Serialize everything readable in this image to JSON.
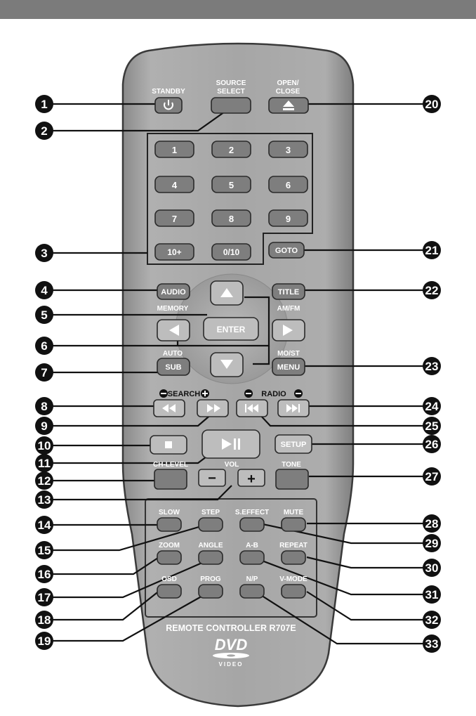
{
  "model_label": "REMOTE CONTROLLER R707E",
  "logo_text": "DVD VIDEO",
  "labels": {
    "standby": "STANDBY",
    "source_select_1": "SOURCE",
    "source_select_2": "SELECT",
    "open_close_1": "OPEN/",
    "open_close_2": "CLOSE",
    "memory": "MEMORY",
    "am_fm": "AM/FM",
    "auto": "AUTO",
    "mo_st": "MO/ST",
    "search": "SEARCH",
    "radio": "RADIO",
    "ch_level": "CH-LEVEL",
    "vol": "VOL",
    "tone": "TONE",
    "slow": "SLOW",
    "step": "STEP",
    "s_effect": "S.EFFECT",
    "mute": "MUTE",
    "zoom": "ZOOM",
    "angle": "ANGLE",
    "a_b": "A-B",
    "repeat": "REPEAT",
    "osd": "OSD",
    "prog": "PROG",
    "n_p": "N/P",
    "v_mode": "V-MODE"
  },
  "buttons": {
    "k1": "1",
    "k2": "2",
    "k3": "3",
    "k4": "4",
    "k5": "5",
    "k6": "6",
    "k7": "7",
    "k8": "8",
    "k9": "9",
    "k10plus": "10+",
    "k0_10": "0/10",
    "goto": "GOTO",
    "audio": "AUDIO",
    "title": "TITLE",
    "enter": "ENTER",
    "sub": "SUB",
    "menu": "MENU",
    "setup": "SETUP",
    "vol_minus": "−",
    "vol_plus": "+"
  },
  "callouts": {
    "c1": "1",
    "c2": "2",
    "c3": "3",
    "c4": "4",
    "c5": "5",
    "c6": "6",
    "c7": "7",
    "c8": "8",
    "c9": "9",
    "c10": "10",
    "c11": "11",
    "c12": "12",
    "c13": "13",
    "c14": "14",
    "c15": "15",
    "c16": "16",
    "c17": "17",
    "c18": "18",
    "c19": "19",
    "c20": "20",
    "c21": "21",
    "c22": "22",
    "c23": "23",
    "c24": "24",
    "c25": "25",
    "c26": "26",
    "c27": "27",
    "c28": "28",
    "c29": "29",
    "c30": "30",
    "c31": "31",
    "c32": "32",
    "c33": "33"
  }
}
